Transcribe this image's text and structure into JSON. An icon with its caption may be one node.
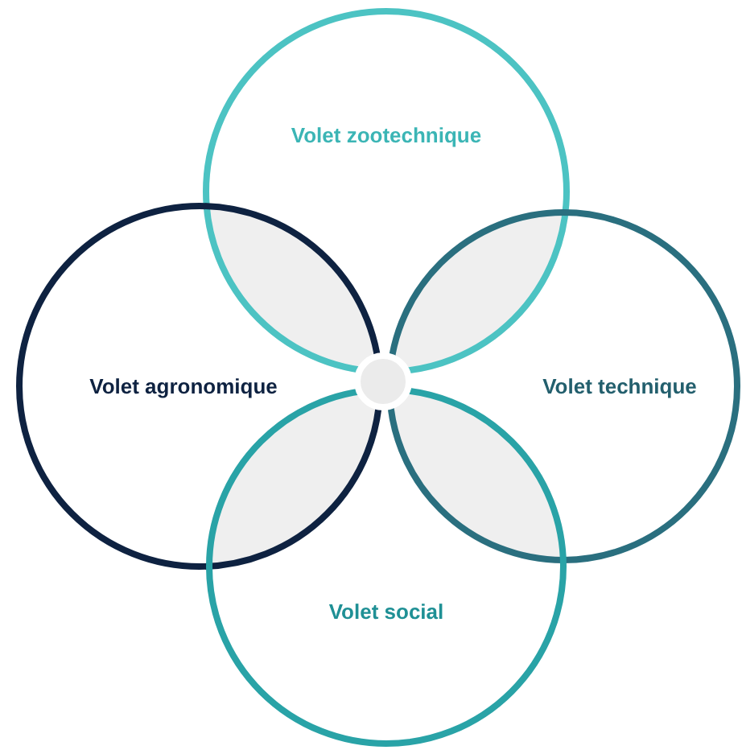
{
  "diagram": {
    "nodes": [
      {
        "text": [
          "Volet zootechnique"
        ]
      },
      {
        "text": [
          "Volet agronomique"
        ]
      },
      {
        "text": [
          "Volet technique"
        ]
      },
      {
        "text": [
          "Volet social"
        ]
      },
      {
        "text": [],
        "shape": "circle"
      }
    ]
  }
}
